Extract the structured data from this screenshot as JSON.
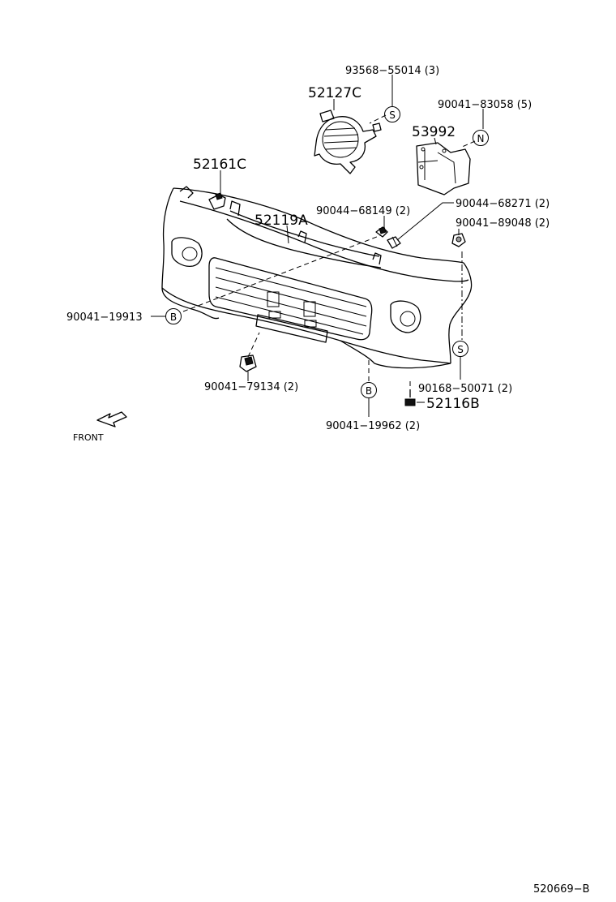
{
  "diagram": {
    "labels": {
      "p93568": "93568−55014 (3)",
      "p52127c": "52127C",
      "p90041_83058": "90041−83058 (5)",
      "p53992": "53992",
      "p52161c": "52161C",
      "p90044_68149": "90044−68149 (2)",
      "p90044_68271": "90044−68271 (2)",
      "p52119a": "52119A",
      "p90041_89048": "90041−89048 (2)",
      "p90041_19913": "90041−19913",
      "p90041_79134": "90041−79134 (2)",
      "p90168_50071": "90168−50071 (2)",
      "p52116b": "52116B",
      "p90041_19962": "90041−19962 (2)",
      "front": "FRONT",
      "drawing_number": "520669−B"
    },
    "markers": {
      "s": "S",
      "n": "N",
      "b": "B"
    }
  }
}
